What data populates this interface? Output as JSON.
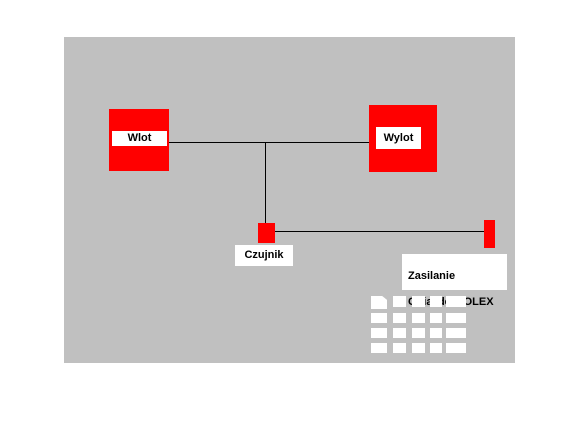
{
  "diagram": {
    "colors": {
      "background": "#c0c0c0",
      "component": "#ff0000",
      "wire": "#000000",
      "label_background": "#ffffff"
    },
    "labels": {
      "inlet": "Wlot",
      "outlet": "Wylot",
      "sensor": "Czujnik",
      "power_line1": "Zasilanie",
      "power_line2": "Gniazdo MOLEX"
    },
    "icons": {
      "connector": "keyboard-icon"
    }
  }
}
